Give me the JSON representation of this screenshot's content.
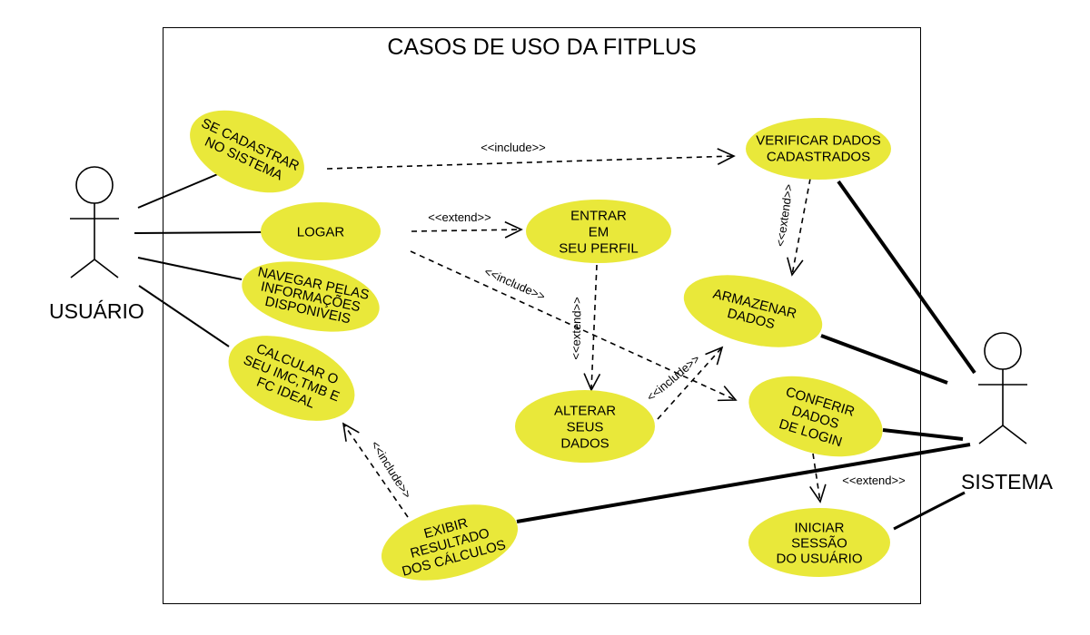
{
  "diagram": {
    "title": "CASOS DE USO DA FITPLUS",
    "actors": [
      {
        "id": "usuario",
        "label": "USUÁRIO"
      },
      {
        "id": "sistema",
        "label": "SISTEMA"
      }
    ],
    "use_cases": [
      {
        "id": "uc-cadastrar",
        "lines": [
          "SE CADASTRAR",
          "NO SISTEMA"
        ]
      },
      {
        "id": "uc-logar",
        "lines": [
          "LOGAR"
        ]
      },
      {
        "id": "uc-navegar",
        "lines": [
          "NAVEGAR PELAS",
          "INFORMAÇÕES",
          "DISPONIVEIS"
        ]
      },
      {
        "id": "uc-calcular",
        "lines": [
          "CALCULAR O",
          "SEU IMC,TMB E",
          "FC IDEAL"
        ]
      },
      {
        "id": "uc-entrar-perfil",
        "lines": [
          "ENTRAR",
          "EM",
          "SEU PERFIL"
        ]
      },
      {
        "id": "uc-verificar",
        "lines": [
          "VERIFICAR DADOS",
          "CADASTRADOS"
        ]
      },
      {
        "id": "uc-armazenar",
        "lines": [
          "ARMAZENAR",
          "DADOS"
        ]
      },
      {
        "id": "uc-alterar",
        "lines": [
          "ALTERAR",
          "SEUS",
          "DADOS"
        ]
      },
      {
        "id": "uc-conferir",
        "lines": [
          "CONFERIR",
          "DADOS",
          "DE LOGIN"
        ]
      },
      {
        "id": "uc-exibir",
        "lines": [
          "EXIBIR",
          "RESULTADO",
          "DOS CÁLCULOS"
        ]
      },
      {
        "id": "uc-iniciar",
        "lines": [
          "INICIAR",
          "SESSÃO",
          "DO USUÁRIO"
        ]
      }
    ],
    "relationships": [
      {
        "id": "rel-include-cadastrar-verificar",
        "label": "<<include>>"
      },
      {
        "id": "rel-extend-logar-perfil",
        "label": "<<extend>>"
      },
      {
        "id": "rel-include-logar-conferir",
        "label": "<<include>>"
      },
      {
        "id": "rel-extend-verificar-armazenar",
        "label": "<<extend>>"
      },
      {
        "id": "rel-extend-perfil-alterar",
        "label": "<<extend>>"
      },
      {
        "id": "rel-include-alterar-armazenar",
        "label": "<<include>>"
      },
      {
        "id": "rel-extend-conferir-iniciar",
        "label": "<<extend>>"
      },
      {
        "id": "rel-include-exibir-calcular",
        "label": "<<include>>"
      }
    ],
    "colors": {
      "use_case_fill": "#e9e83a",
      "line": "#000000",
      "background": "#ffffff"
    }
  }
}
